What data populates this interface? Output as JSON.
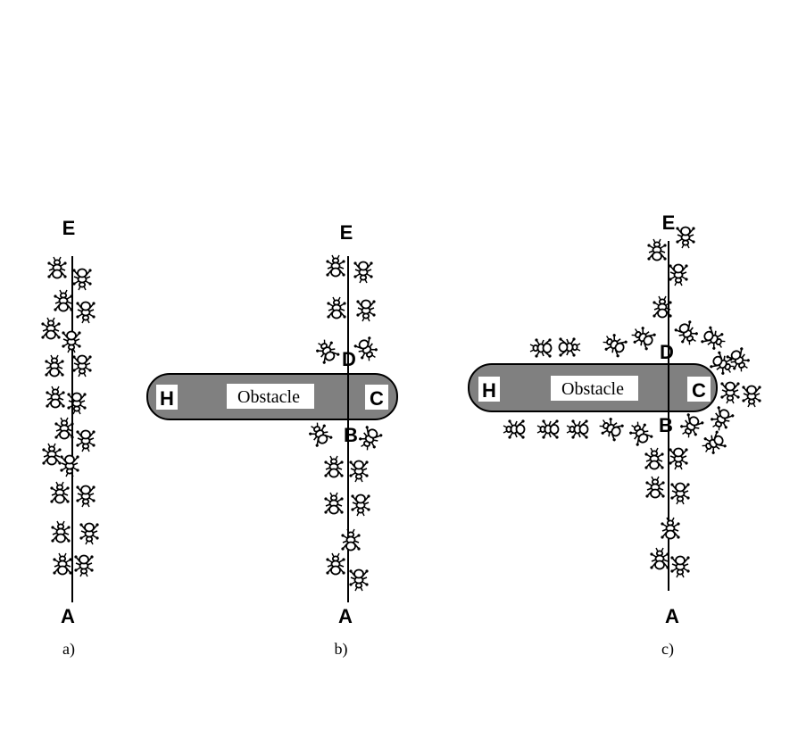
{
  "panels": [
    {
      "caption": "a)",
      "labels": {
        "top": "E",
        "bottom": "A"
      }
    },
    {
      "caption": "b)",
      "labels": {
        "top": "E",
        "bottom": "A",
        "upper_junction": "D",
        "lower_junction": "B",
        "left_end": "H",
        "right_end": "C"
      },
      "obstacle": "Obstacle"
    },
    {
      "caption": "c)",
      "labels": {
        "top": "E",
        "bottom": "A",
        "upper_junction": "D",
        "lower_junction": "B",
        "left_end": "H",
        "right_end": "C"
      },
      "obstacle": "Obstacle"
    }
  ],
  "colors": {
    "obstacle_fill": "#808080",
    "line": "#000000",
    "ant": "#000000"
  },
  "icons": {
    "ant": "ant-icon"
  }
}
